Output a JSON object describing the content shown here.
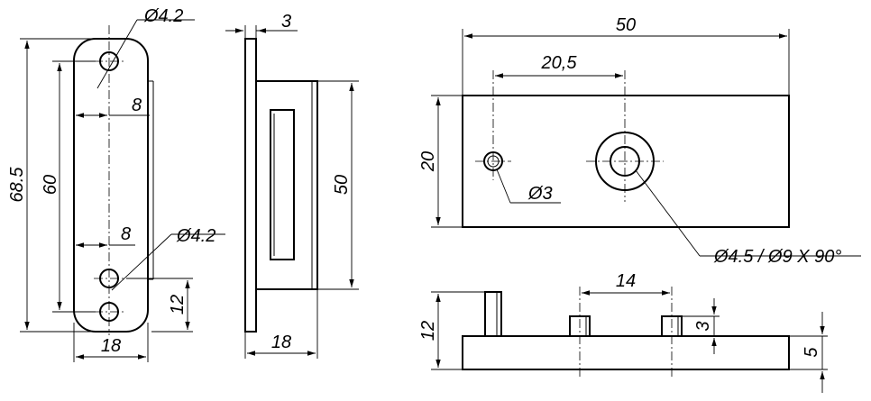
{
  "dimensions": {
    "front_hole_dia_top": "Ø4.2",
    "front_hole_dia_bottom": "Ø4.2",
    "front_offset_top": "8",
    "front_offset_bottom": "8",
    "front_overall_height": "68.5",
    "front_hole_spacing": "60",
    "front_bottom_offset": "12",
    "front_width": "18",
    "side_thickness": "3",
    "side_height": "50",
    "side_width": "18",
    "top_length": "50",
    "top_offset": "20,5",
    "top_height": "20",
    "top_small_hole": "Ø3",
    "top_cs_hole": "Ø4.5 / Ø9 X 90°",
    "bottom_spacing": "14",
    "bottom_overall_height": "12",
    "bottom_pin_height": "3",
    "bottom_base_height": "5"
  },
  "colors": {
    "line": "#000000",
    "background": "#ffffff"
  }
}
